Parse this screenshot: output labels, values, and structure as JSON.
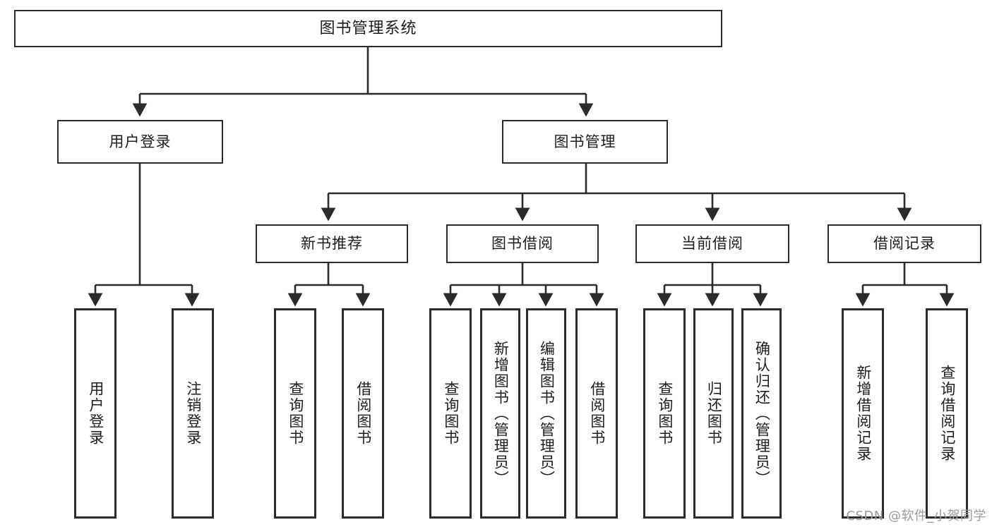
{
  "diagram": {
    "title": "图书管理系统",
    "type": "tree",
    "watermark": "CSDN @软件_小贺同学",
    "colors": {
      "box_border": "#2b2b2b",
      "box_fill": "#ffffff",
      "edge": "#2b2b2b",
      "text": "#1d1d1d",
      "watermark": "#9a9a9a"
    },
    "nodes": {
      "root": {
        "label": "图书管理系统",
        "level": 1
      },
      "l2": [
        {
          "id": "user_login",
          "label": "用户登录",
          "level": 2
        },
        {
          "id": "book_mgmt",
          "label": "图书管理",
          "level": 2
        }
      ],
      "l3": [
        {
          "id": "new_book_rec",
          "label": "新书推荐",
          "level": 3,
          "parent": "book_mgmt"
        },
        {
          "id": "book_borrow",
          "label": "图书借阅",
          "level": 3,
          "parent": "book_mgmt"
        },
        {
          "id": "current_borrow",
          "label": "当前借阅",
          "level": 3,
          "parent": "book_mgmt"
        },
        {
          "id": "borrow_record",
          "label": "借阅记录",
          "level": 3,
          "parent": "book_mgmt"
        }
      ],
      "leaves": [
        {
          "id": "leaf_user_login",
          "label": "用户登录",
          "parent": "user_login"
        },
        {
          "id": "leaf_user_logout",
          "label": "注销登录",
          "parent": "user_login"
        },
        {
          "id": "leaf_query_book_1",
          "label": "查询图书",
          "parent": "new_book_rec"
        },
        {
          "id": "leaf_borrow_book_1",
          "label": "借阅图书",
          "parent": "new_book_rec"
        },
        {
          "id": "leaf_query_book_2",
          "label": "查询图书",
          "parent": "book_borrow"
        },
        {
          "id": "leaf_add_book",
          "label": "新增图书（管理员）",
          "parent": "book_borrow"
        },
        {
          "id": "leaf_edit_book",
          "label": "编辑图书（管理员）",
          "parent": "book_borrow"
        },
        {
          "id": "leaf_borrow_book_2",
          "label": "借阅图书",
          "parent": "book_borrow"
        },
        {
          "id": "leaf_query_book_3",
          "label": "查询图书",
          "parent": "current_borrow"
        },
        {
          "id": "leaf_return_book",
          "label": "归还图书",
          "parent": "current_borrow"
        },
        {
          "id": "leaf_confirm_return",
          "label": "确认归还（管理员）",
          "parent": "current_borrow"
        },
        {
          "id": "leaf_add_record",
          "label": "新增借阅记录",
          "parent": "borrow_record"
        },
        {
          "id": "leaf_query_record",
          "label": "查询借阅记录",
          "parent": "borrow_record"
        }
      ]
    }
  }
}
